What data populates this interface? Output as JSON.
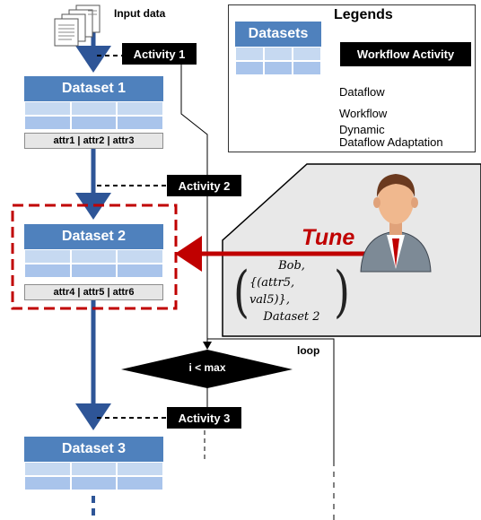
{
  "input_label": "Input data",
  "activities": [
    "Activity 1",
    "Activity 2",
    "Activity 3"
  ],
  "datasets": [
    {
      "title": "Dataset 1",
      "attrs": "attr1 | attr2 | attr3"
    },
    {
      "title": "Dataset 2",
      "attrs": "attr4 | attr5 | attr6"
    },
    {
      "title": "Dataset 3"
    }
  ],
  "loop": {
    "label": "loop",
    "condition": "i < max"
  },
  "legend": {
    "title": "Legends",
    "dataset_label": "Datasets",
    "activity_label": "Workflow Activity",
    "dataflow": "Dataflow",
    "workflow": "Workflow",
    "adaptation_line1": "Dynamic",
    "adaptation_line2": "Dataflow Adaptation"
  },
  "tune": {
    "label": "Tune",
    "user": "Bob,",
    "change": "{(attr5, val5)},",
    "target": "Dataset 2"
  },
  "colors": {
    "dataset_header": "#4f81bd",
    "dataset_cells": "#c6d9f1",
    "dataflow_arrow": "#2e5597",
    "adaptation_arrow": "#c00000"
  }
}
